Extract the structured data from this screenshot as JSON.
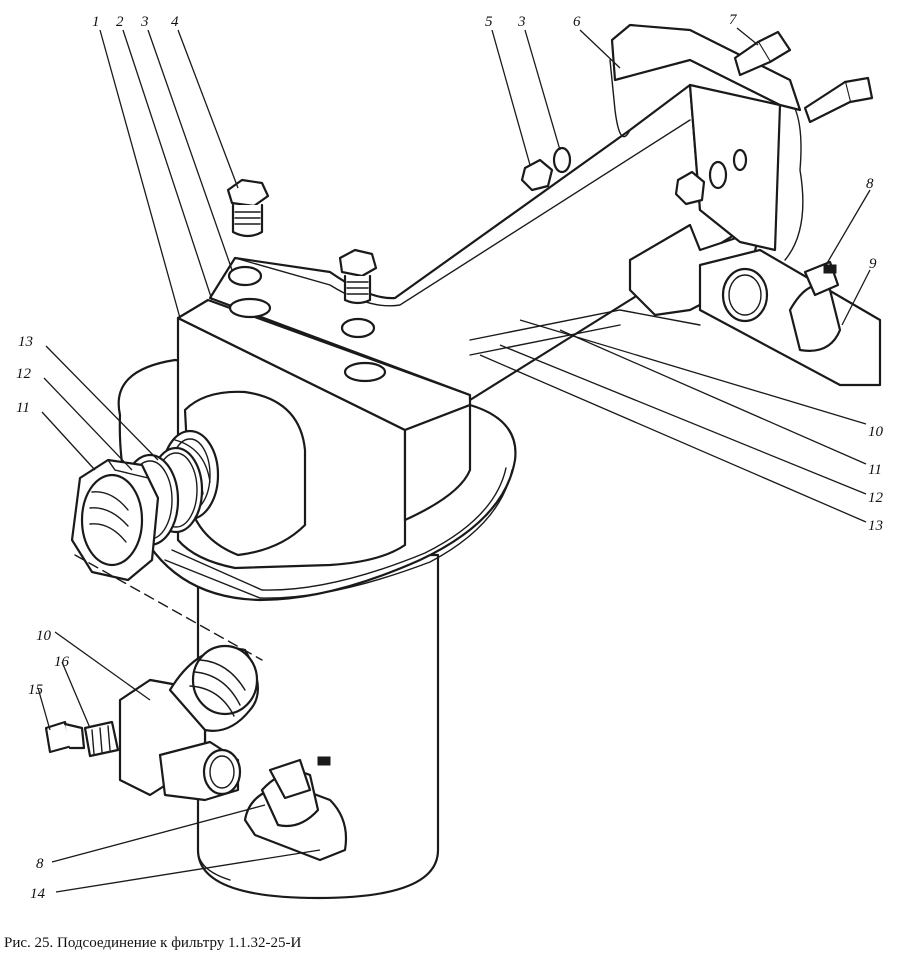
{
  "caption": "Рис. 25. Подсоединение к фильтру 1.1.32-25-И",
  "callouts": [
    {
      "id": "c1",
      "text": "1"
    },
    {
      "id": "c2",
      "text": "2"
    },
    {
      "id": "c3a",
      "text": "3"
    },
    {
      "id": "c4",
      "text": "4"
    },
    {
      "id": "c5",
      "text": "5"
    },
    {
      "id": "c3b",
      "text": "3"
    },
    {
      "id": "c6",
      "text": "6"
    },
    {
      "id": "c7",
      "text": "7"
    },
    {
      "id": "c8a",
      "text": "8"
    },
    {
      "id": "c9",
      "text": "9"
    },
    {
      "id": "c13a",
      "text": "13"
    },
    {
      "id": "c12a",
      "text": "12"
    },
    {
      "id": "c11a",
      "text": "11"
    },
    {
      "id": "c10a",
      "text": "10"
    },
    {
      "id": "c11b",
      "text": "11"
    },
    {
      "id": "c12b",
      "text": "12"
    },
    {
      "id": "c13b",
      "text": "13"
    },
    {
      "id": "c10b",
      "text": "10"
    },
    {
      "id": "c16",
      "text": "16"
    },
    {
      "id": "c15",
      "text": "15"
    },
    {
      "id": "c8b",
      "text": "8"
    },
    {
      "id": "c14",
      "text": "14"
    }
  ]
}
